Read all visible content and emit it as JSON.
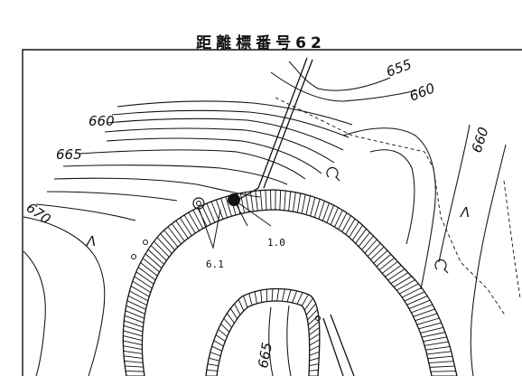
{
  "title": "距離標番号62",
  "contour_labels": [
    {
      "id": "655",
      "text": "655"
    },
    {
      "id": "660a",
      "text": "660"
    },
    {
      "id": "660b",
      "text": "660"
    },
    {
      "id": "660c",
      "text": "660"
    },
    {
      "id": "665a",
      "text": "665"
    },
    {
      "id": "665b",
      "text": "665"
    },
    {
      "id": "670",
      "text": "670"
    }
  ],
  "point_labels": {
    "distance": "1.0",
    "sub": "6.1"
  },
  "symbols": {
    "land_use_a": "Λ",
    "land_use_b": "Λ"
  }
}
